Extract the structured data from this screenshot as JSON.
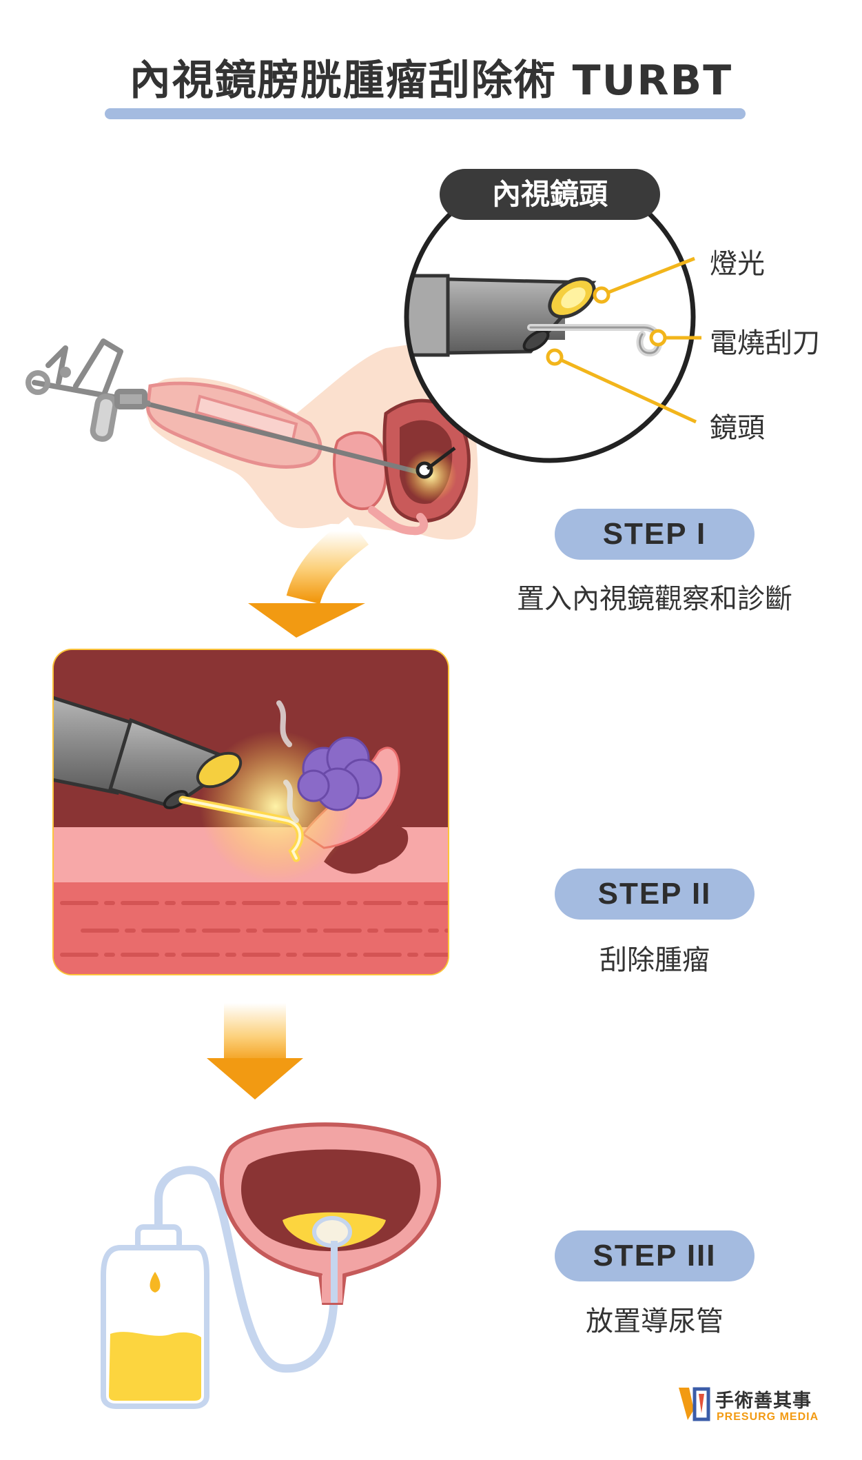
{
  "title": "內視鏡膀胱腫瘤刮除術 TURBT",
  "detail": {
    "label": "內視鏡頭",
    "callouts": [
      "燈光",
      "電燒刮刀",
      "鏡頭"
    ]
  },
  "steps": [
    {
      "label": "STEP I",
      "description": "置入內視鏡觀察和診斷"
    },
    {
      "label": "STEP II",
      "description": "刮除腫瘤"
    },
    {
      "label": "STEP III",
      "description": "放置導尿管"
    }
  ],
  "logo": {
    "name": "手術善其事",
    "subtitle": "PRESURG MEDIA"
  },
  "colors": {
    "accent_blue": "#a4bbe0",
    "arrow_orange": "#f29a12",
    "callout_gold": "#f2b51b",
    "tissue_dark": "#8a3434",
    "tissue_pink": "#f2a4a4",
    "tumor_purple": "#8a6ac8",
    "urine_yellow": "#fcd53f"
  },
  "icons": [
    "endoscope-icon",
    "anatomy-cross-section",
    "tumor",
    "catheter-bag",
    "bladder"
  ]
}
